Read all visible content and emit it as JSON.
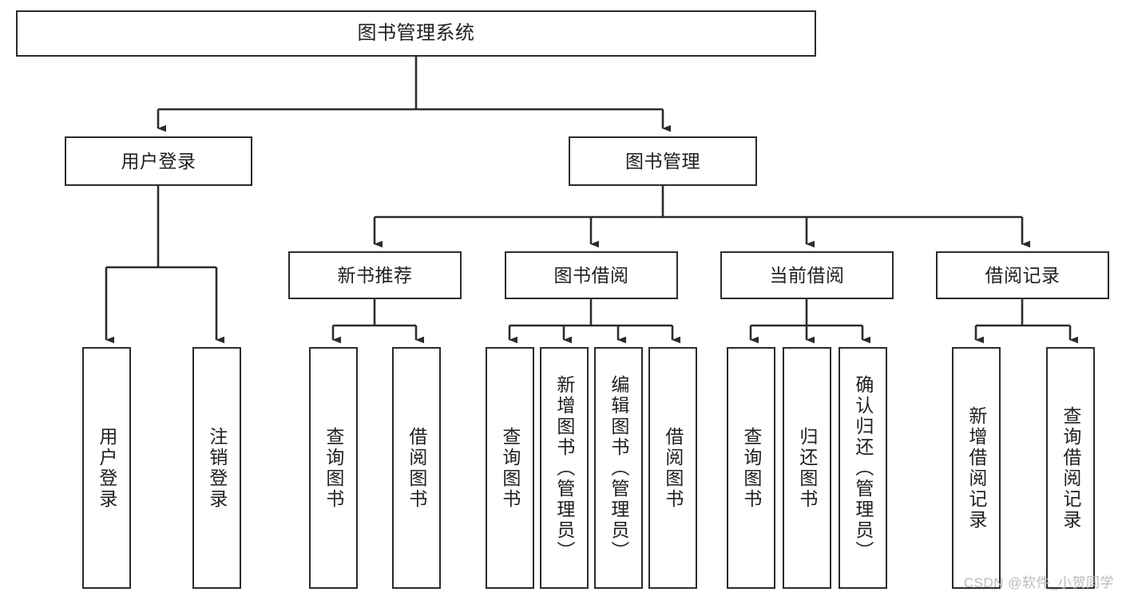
{
  "diagram": {
    "type": "tree-hierarchy-chart",
    "title": "图书管理系统",
    "stroke_color": "#2b2b2b",
    "text_color": "#1f1f1f",
    "background_color": "#ffffff",
    "levels": {
      "root": {
        "label": "图书管理系统"
      },
      "level2": [
        {
          "label": "用户登录"
        },
        {
          "label": "图书管理"
        }
      ],
      "level3": [
        {
          "label": "新书推荐"
        },
        {
          "label": "图书借阅"
        },
        {
          "label": "当前借阅"
        },
        {
          "label": "借阅记录"
        }
      ],
      "leaves": {
        "user_login": [
          {
            "label": "用户登录"
          },
          {
            "label": "注销登录"
          }
        ],
        "new_book_recommend": [
          {
            "label": "查询图书"
          },
          {
            "label": "借阅图书"
          }
        ],
        "book_borrow": [
          {
            "label": "查询图书"
          },
          {
            "label": "新增图书（管理员）"
          },
          {
            "label": "编辑图书（管理员）"
          },
          {
            "label": "借阅图书"
          }
        ],
        "current_borrow": [
          {
            "label": "查询图书"
          },
          {
            "label": "归还图书"
          },
          {
            "label": "确认归还（管理员）"
          }
        ],
        "borrow_record": [
          {
            "label": "新增借阅记录"
          },
          {
            "label": "查询借阅记录"
          }
        ]
      }
    }
  },
  "watermark": {
    "text": "CSDN @软件_小贺同学"
  }
}
